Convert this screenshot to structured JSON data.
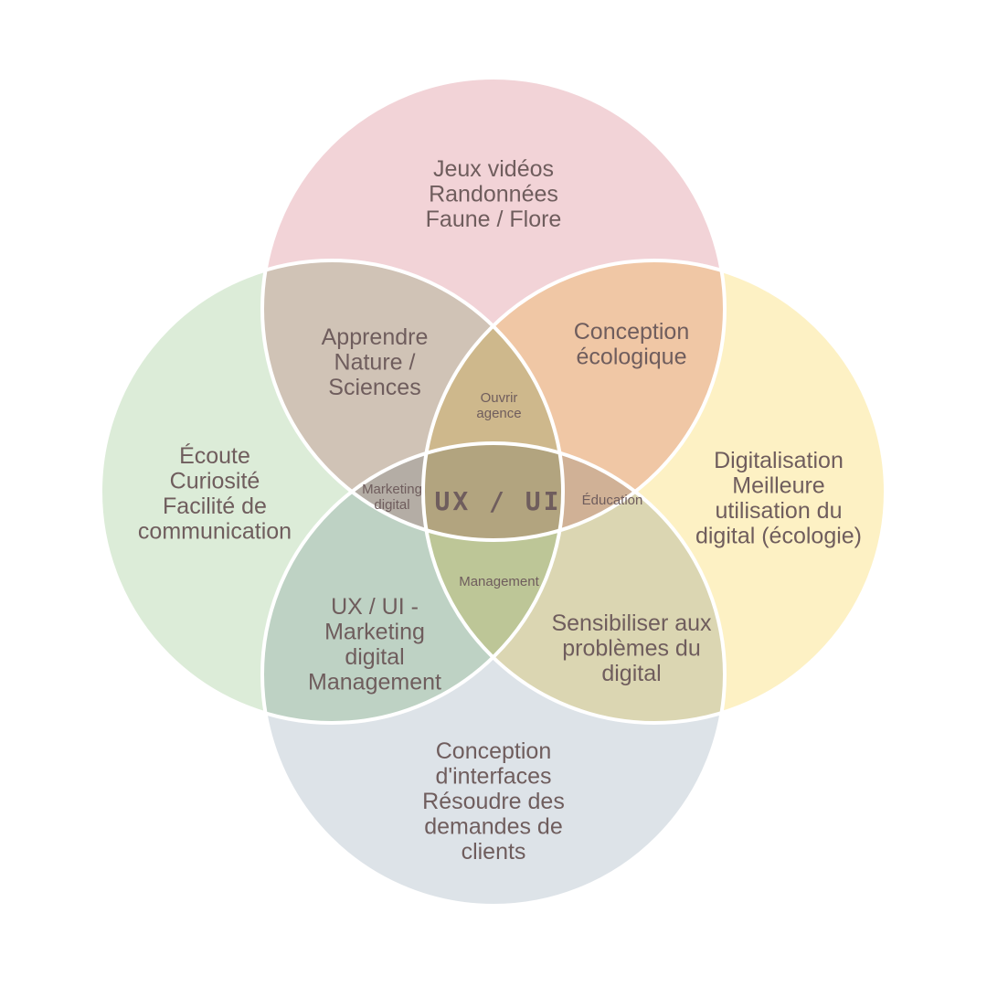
{
  "colors": {
    "top": "#f2d3d7",
    "left": "#dcecd8",
    "right": "#fdf1c4",
    "bottom": "#dde3e8",
    "outline": "#ffffff",
    "text": "#6f5d5d"
  },
  "regions": {
    "top": [
      "Jeux vidéos",
      "Randonnées",
      "Faune / Flore"
    ],
    "left": [
      "Écoute",
      "Curiosité",
      "Facilité de",
      "communication"
    ],
    "right": [
      "Digitalisation",
      "Meilleure",
      "utilisation du",
      "digital (écologie)"
    ],
    "bottom": [
      "Conception",
      "d'interfaces",
      "Résoudre des",
      "demandes de",
      "clients"
    ],
    "top_left": [
      "Apprendre",
      "Nature /",
      "Sciences"
    ],
    "top_right": [
      "Conception",
      "écologique"
    ],
    "bottom_left": [
      "UX / UI -",
      "Marketing",
      "digital",
      "Management"
    ],
    "bottom_right": [
      "Sensibiliser aux",
      "problèmes du",
      "digital"
    ],
    "top_center": [
      "Ouvrir",
      "agence"
    ],
    "left_center": [
      "Marketing",
      "digital"
    ],
    "right_center": [
      "Éducation"
    ],
    "bottom_center": [
      "Management"
    ],
    "center": "UX / UI"
  }
}
